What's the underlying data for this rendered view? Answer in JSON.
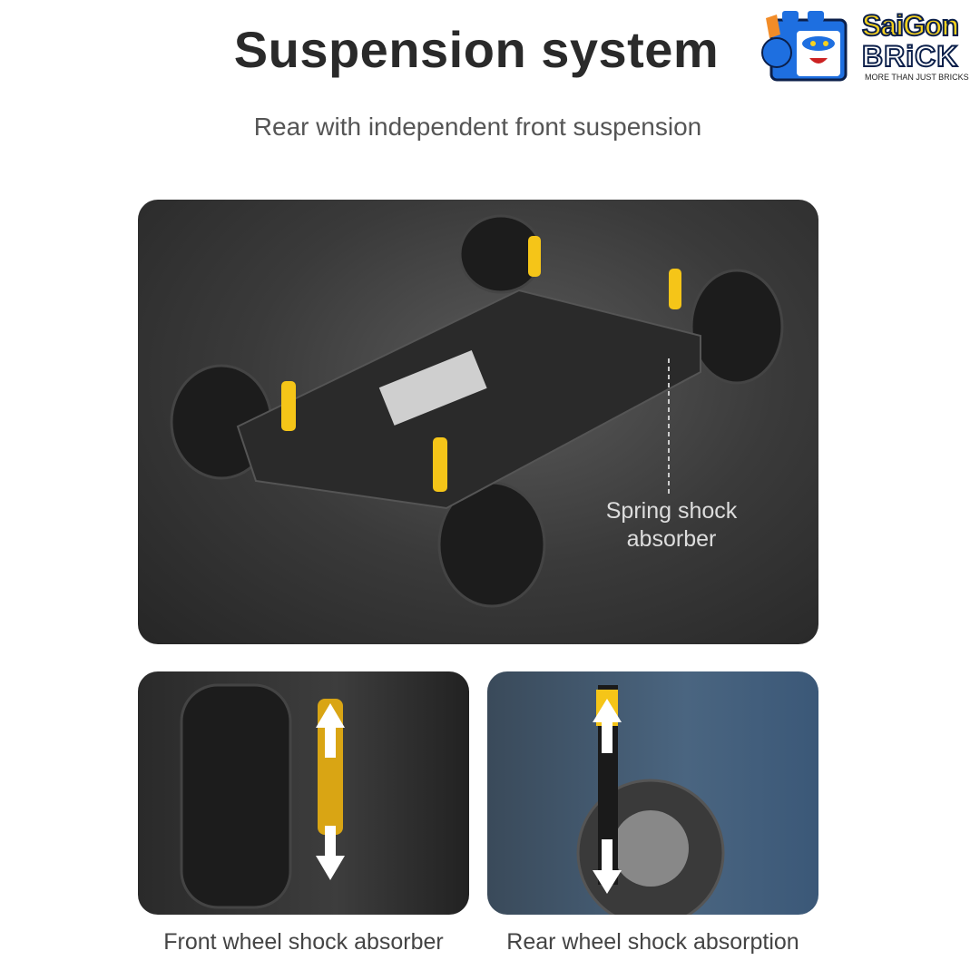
{
  "header": {
    "title": "Suspension system",
    "subtitle": "Rear with independent front suspension"
  },
  "logo": {
    "line1": "SaiGon",
    "line2": "BRiCK",
    "tagline": "MORE THAN JUST BRICKS"
  },
  "main_image": {
    "callout": "Spring shock absorber"
  },
  "bottom": {
    "left_caption": "Front wheel shock absorber",
    "right_caption": "Rear wheel shock absorption"
  },
  "colors": {
    "accent": "#f5c518",
    "panel": "#333333",
    "logo_blue": "#1e6fe0"
  }
}
